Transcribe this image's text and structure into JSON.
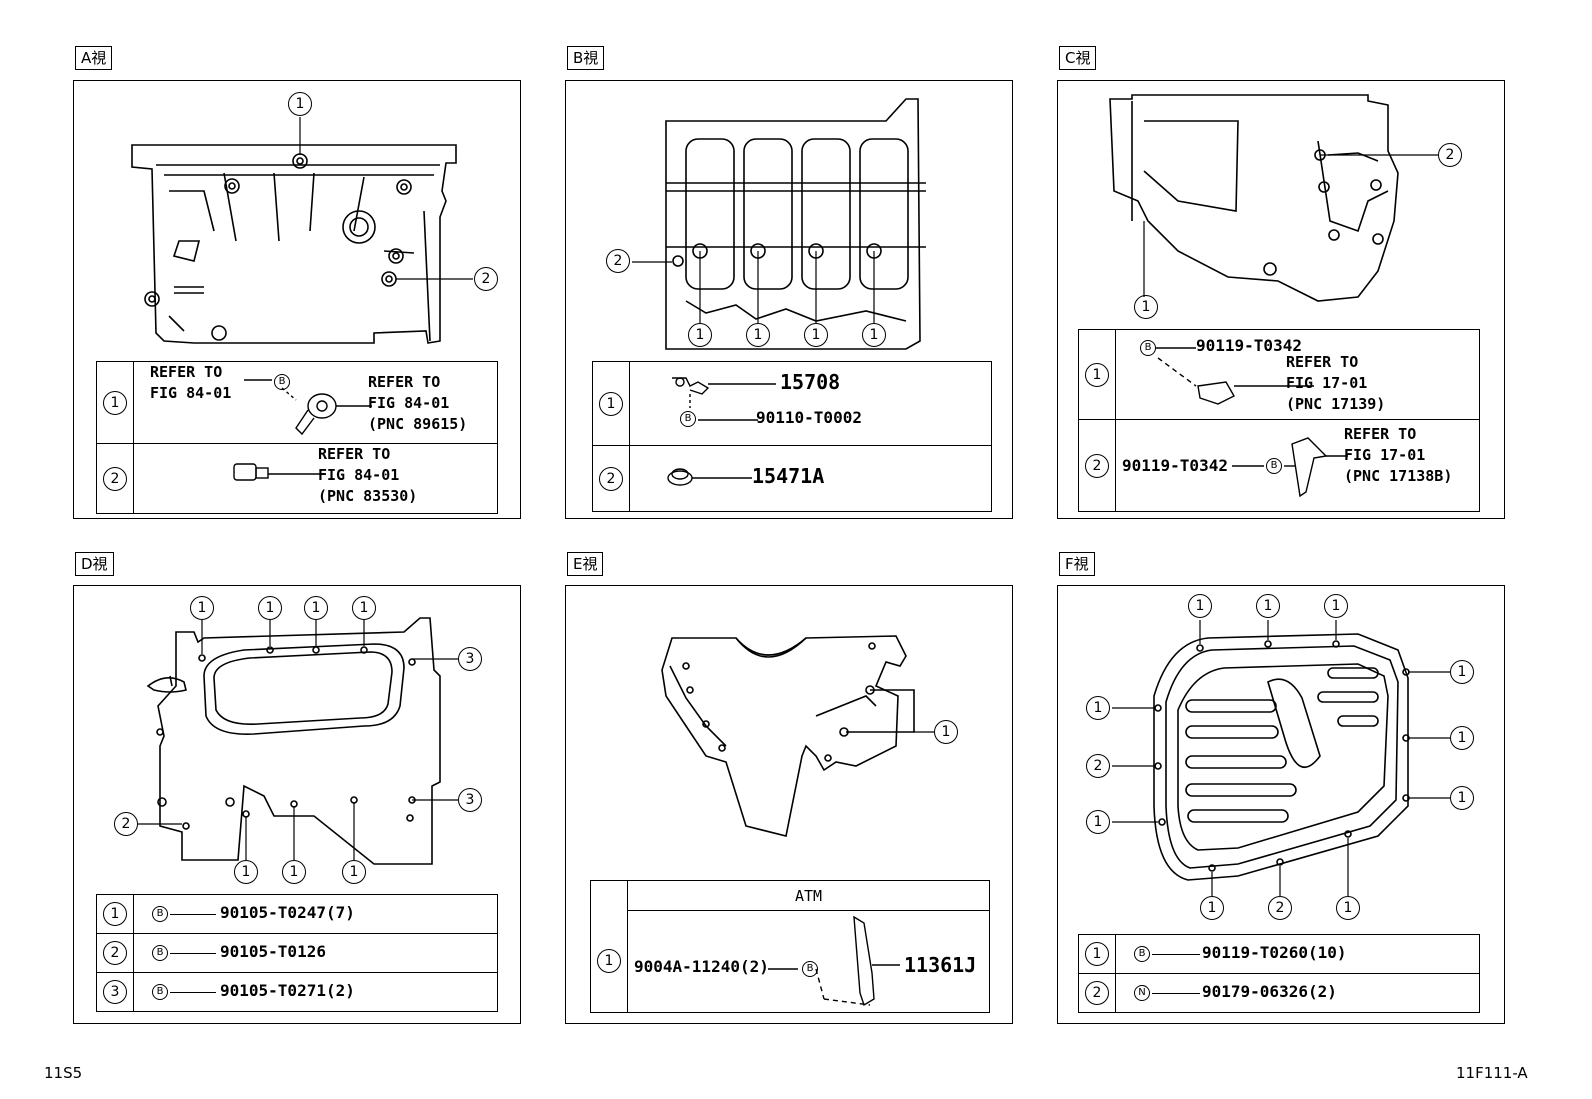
{
  "views": {
    "a": {
      "label": "A視",
      "callouts": [
        "1",
        "2"
      ],
      "rows": [
        {
          "num": "1",
          "ref_left": "REFER TO\nFIG 84-01",
          "bolt": "B",
          "ref_right": "REFER TO\nFIG 84-01\n(PNC 89615)"
        },
        {
          "num": "2",
          "ref_right": "REFER TO\nFIG 84-01\n(PNC 83530)"
        }
      ]
    },
    "b": {
      "label": "B視",
      "callouts": [
        "2",
        "1",
        "1",
        "1",
        "1"
      ],
      "rows": [
        {
          "num": "1",
          "part_main": "15708",
          "bolt": "B",
          "part_sub": "90110-T0002"
        },
        {
          "num": "2",
          "part_main": "15471A"
        }
      ]
    },
    "c": {
      "label": "C視",
      "callouts": [
        "2",
        "1"
      ],
      "rows": [
        {
          "num": "1",
          "bolt": "B",
          "part": "90119-T0342",
          "ref": "REFER TO\nFIG 17-01\n(PNC 17139)"
        },
        {
          "num": "2",
          "part": "90119-T0342",
          "bolt": "B",
          "ref": "REFER TO\nFIG 17-01\n(PNC 17138B)"
        }
      ]
    },
    "d": {
      "label": "D視",
      "callouts_top": [
        "1",
        "1",
        "1",
        "1"
      ],
      "callouts_right": [
        "3",
        "3"
      ],
      "callout_left": "2",
      "callouts_bottom": [
        "1",
        "1",
        "1"
      ],
      "rows": [
        {
          "num": "1",
          "bolt": "B",
          "part": "90105-T0247(7)"
        },
        {
          "num": "2",
          "bolt": "B",
          "part": "90105-T0126"
        },
        {
          "num": "3",
          "bolt": "B",
          "part": "90105-T0271(2)"
        }
      ]
    },
    "e": {
      "label": "E視",
      "callout": "1",
      "header": "ATM",
      "rows": [
        {
          "num": "1",
          "part_left": "9004A-11240(2)",
          "bolt": "B",
          "part_right": "11361J"
        }
      ]
    },
    "f": {
      "label": "F視",
      "callouts_top": [
        "1",
        "1",
        "1"
      ],
      "callouts_right": [
        "1",
        "1",
        "1"
      ],
      "callouts_left": [
        "1",
        "2",
        "1"
      ],
      "callouts_bottom": [
        "1",
        "2",
        "1"
      ],
      "rows": [
        {
          "num": "1",
          "bolt": "B",
          "part": "90119-T0260(10)"
        },
        {
          "num": "2",
          "bolt": "N",
          "part": "90179-06326(2)"
        }
      ]
    }
  },
  "footer": {
    "left": "11S5",
    "right": "11F111-A"
  }
}
